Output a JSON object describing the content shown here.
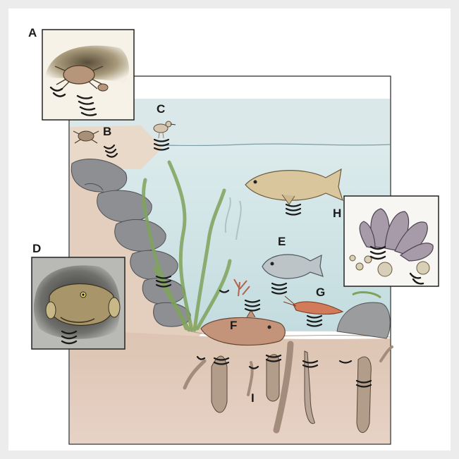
{
  "figure": {
    "labels": {
      "a": "A",
      "b": "B",
      "c": "C",
      "d": "D",
      "e": "E",
      "f": "F",
      "g": "G",
      "h": "H",
      "i": "I"
    },
    "colors": {
      "background": "#ececec",
      "page": "#ffffff",
      "water": "#cfe3e6",
      "sediment": "#e2cbbd",
      "rock": "#8a8c8e",
      "seagrass": "#8fae6a",
      "sound_arcs": "#1a1a1a"
    },
    "insets": [
      {
        "id": "A",
        "icon": "crab-in-burrow"
      },
      {
        "id": "D",
        "icon": "toadfish-in-rock-den"
      },
      {
        "id": "H",
        "icon": "mussel-and-barnacle-cluster"
      }
    ],
    "organisms": [
      {
        "id": "B",
        "icon": "shore-crab"
      },
      {
        "id": "C",
        "icon": "shorebird"
      },
      {
        "id": "E",
        "icon": "small-fish"
      },
      {
        "id": "F",
        "icon": "flatfish-buried-in-sediment"
      },
      {
        "id": "G",
        "icon": "shrimp"
      },
      {
        "id": "I",
        "icon": "burrowing-worms-and-clams"
      }
    ]
  }
}
